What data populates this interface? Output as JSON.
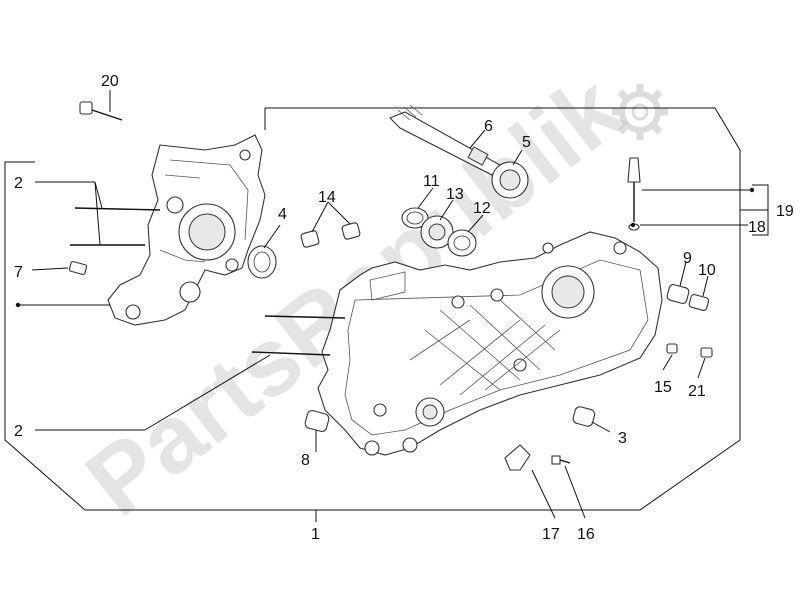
{
  "diagram": {
    "callouts": [
      {
        "id": "c1",
        "text": "1"
      },
      {
        "id": "c2a",
        "text": "2"
      },
      {
        "id": "c2b",
        "text": "2"
      },
      {
        "id": "c3",
        "text": "3"
      },
      {
        "id": "c4",
        "text": "4"
      },
      {
        "id": "c5",
        "text": "5"
      },
      {
        "id": "c6",
        "text": "6"
      },
      {
        "id": "c7",
        "text": "7"
      },
      {
        "id": "c8",
        "text": "8"
      },
      {
        "id": "c9",
        "text": "9"
      },
      {
        "id": "c10",
        "text": "10"
      },
      {
        "id": "c11",
        "text": "11"
      },
      {
        "id": "c12",
        "text": "12"
      },
      {
        "id": "c13",
        "text": "13"
      },
      {
        "id": "c14",
        "text": "14"
      },
      {
        "id": "c15",
        "text": "15"
      },
      {
        "id": "c16",
        "text": "16"
      },
      {
        "id": "c17",
        "text": "17"
      },
      {
        "id": "c18",
        "text": "18"
      },
      {
        "id": "c19",
        "text": "19"
      },
      {
        "id": "c20",
        "text": "20"
      },
      {
        "id": "c21",
        "text": "21"
      }
    ],
    "watermark": "PartsRepublik"
  }
}
